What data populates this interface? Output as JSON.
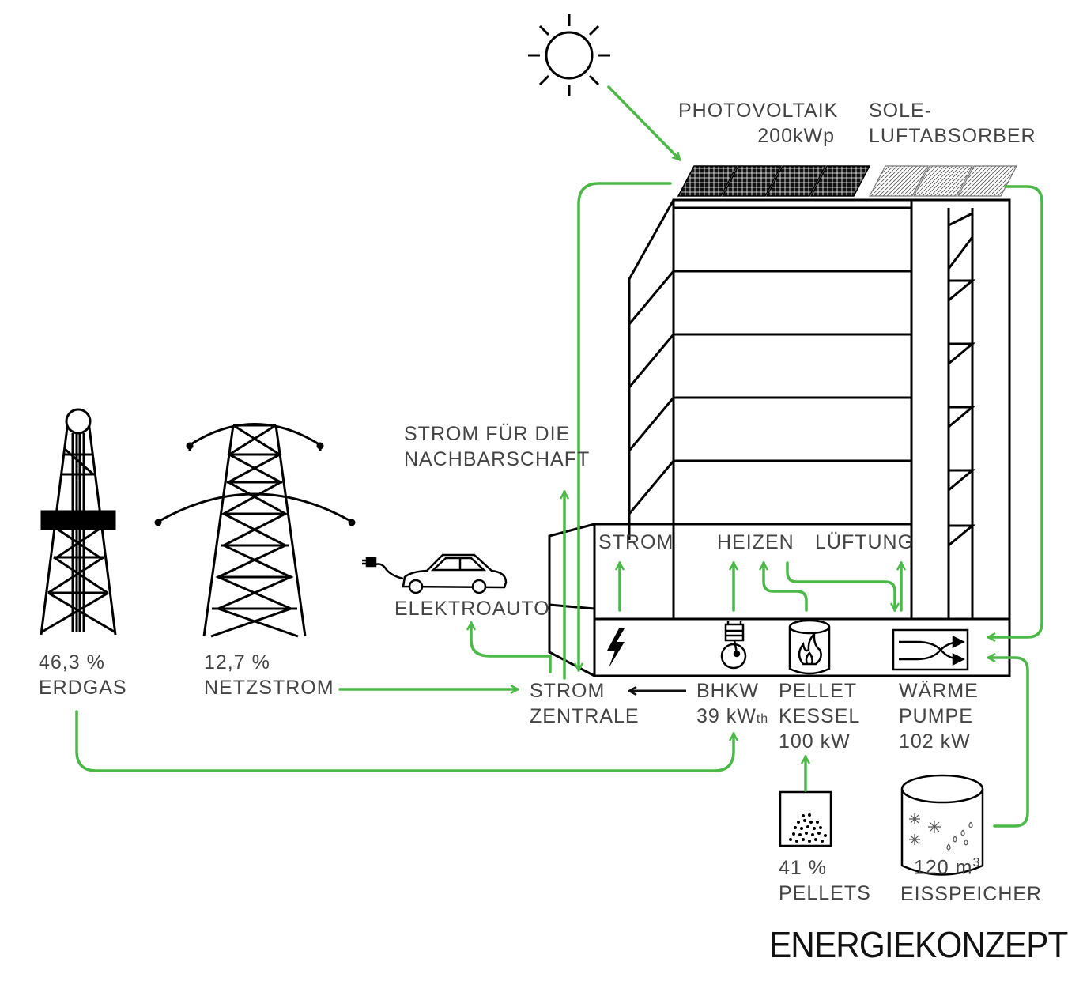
{
  "title": "ENERGIEKONZEPT",
  "colors": {
    "flow": "#4cb848",
    "line": "#000000",
    "text": "#444444"
  },
  "labels": {
    "photovoltaik": [
      "PHOTOVOLTAIK",
      "200kWp"
    ],
    "sole": [
      "SOLE-",
      "LUFTABSORBER"
    ],
    "nachbarschaft": [
      "STROM FÜR DIE",
      "NACHBARSCHAFT"
    ],
    "strom": "STROM",
    "heizen": "HEIZEN",
    "lueftung": "LÜFTUNG",
    "elektroauto": "ELEKTROAUTO",
    "erdgas": [
      "46,3 %",
      "ERDGAS"
    ],
    "netzstrom": [
      "12,7 %",
      "NETZSTROM"
    ],
    "stromzentrale": [
      "STROM",
      "ZENTRALE"
    ],
    "bhkw": {
      "line1": "BHKW",
      "line2": "39 kW",
      "sub": "th"
    },
    "pellet": [
      "PELLET",
      "KESSEL",
      "100 kW"
    ],
    "waerme": [
      "WÄRME",
      "PUMPE",
      "102 kW"
    ],
    "pellets": [
      "41 %",
      "PELLETS"
    ],
    "eisspeicher": {
      "volume": "120 m",
      "sup": "3",
      "name": "EISSPEICHER"
    }
  },
  "icons": [
    "sun-icon",
    "solar-panel-icon",
    "absorber-panel-icon",
    "gas-derrick-icon",
    "power-pylon-icon",
    "electric-car-icon",
    "lightning-icon",
    "chp-engine-icon",
    "pellet-boiler-flame-icon",
    "heat-exchanger-icon",
    "pellet-silo-icon",
    "ice-storage-tank-icon"
  ]
}
